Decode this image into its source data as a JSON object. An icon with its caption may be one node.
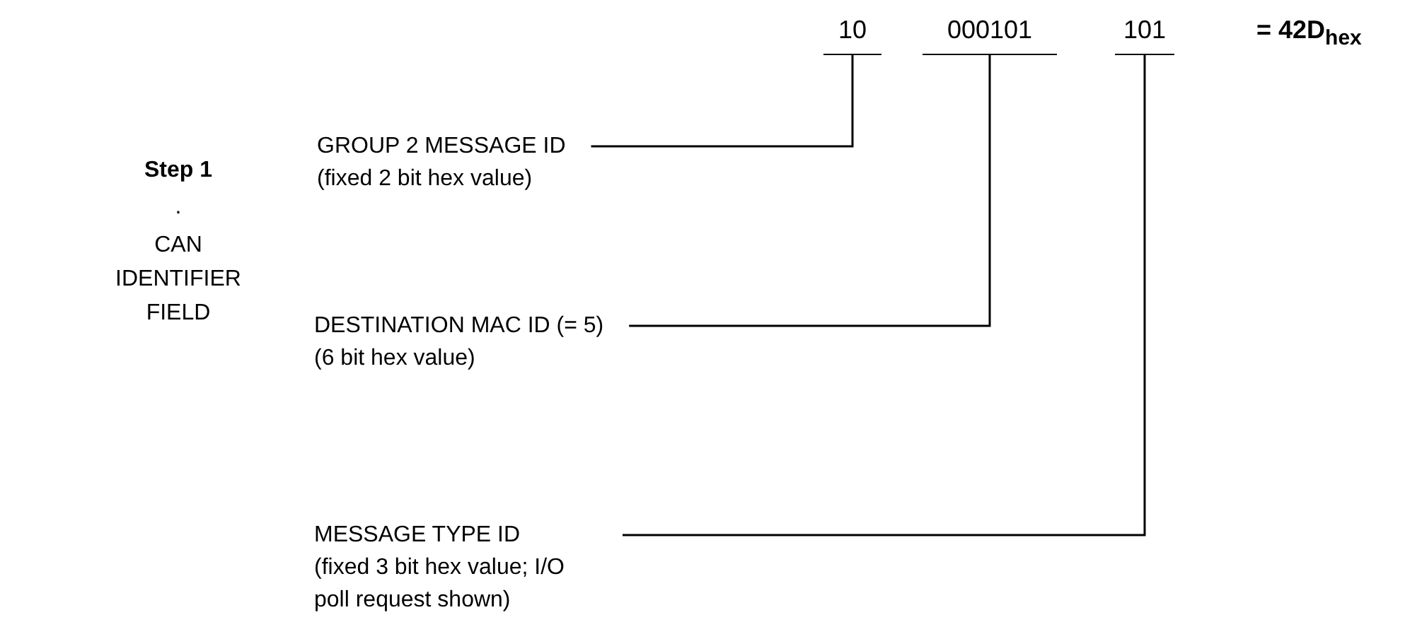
{
  "diagram": {
    "nodes": [
      {
        "text": [
          "10"
        ]
      },
      {
        "text": [
          "000101"
        ]
      },
      {
        "text": [
          "101"
        ]
      },
      {
        "text": [
          "GROUP 2 MESSAGE ID",
          "(fixed 2 bit hex value)"
        ]
      },
      {
        "text": [
          "DESTINATION MAC ID (= 5)",
          "(6 bit hex value)"
        ]
      },
      {
        "text": [
          "MESSAGE TYPE  ID",
          "(fixed 3 bit hex value; I/O poll request shown)"
        ]
      }
    ],
    "edges": [
      {
        "from": 3,
        "to": 0,
        "arrow": "none"
      },
      {
        "from": 4,
        "to": 1,
        "arrow": "none"
      },
      {
        "from": 5,
        "to": 2,
        "arrow": "none"
      }
    ],
    "labels": [
      "= 42D$_{hex}$",
      "Step 1",
      ".",
      "CAN IDENTIFIER FIELD"
    ]
  }
}
